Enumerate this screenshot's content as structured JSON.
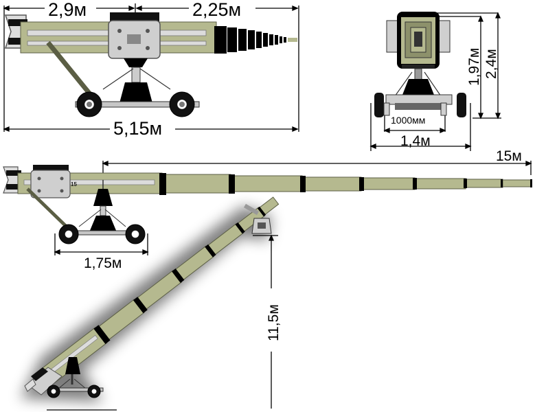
{
  "diagram": {
    "top_view": {
      "front_length": "2,9м",
      "boom_length": "2,25м",
      "total_length": "5,15м"
    },
    "front_view": {
      "height_inner": "1,97м",
      "height_outer": "2,4м",
      "track_inner": "1000мм",
      "track_outer": "1,4м"
    },
    "extended_view": {
      "reach": "15м",
      "base": "1,75м",
      "model_mark": "15"
    },
    "raised_view": {
      "lift_height": "11,5м"
    }
  },
  "colors": {
    "boom": "#b5b98f",
    "boom_dark": "#8d916b",
    "black": "#000000",
    "head": "#cfcfcf",
    "cap": "#9e9e9e"
  }
}
